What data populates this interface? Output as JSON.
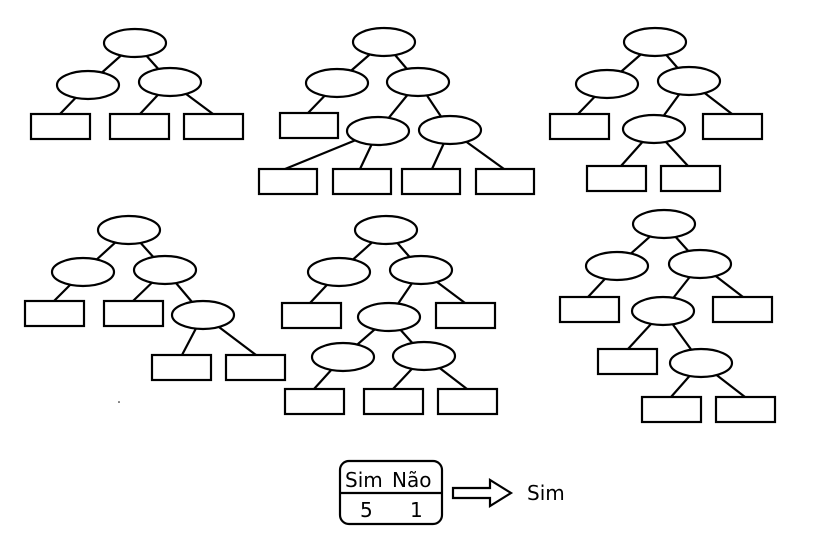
{
  "tally": {
    "header_left": "Sim",
    "header_right": "Não",
    "value_left": "5",
    "value_right": "1"
  },
  "result": "Sim"
}
